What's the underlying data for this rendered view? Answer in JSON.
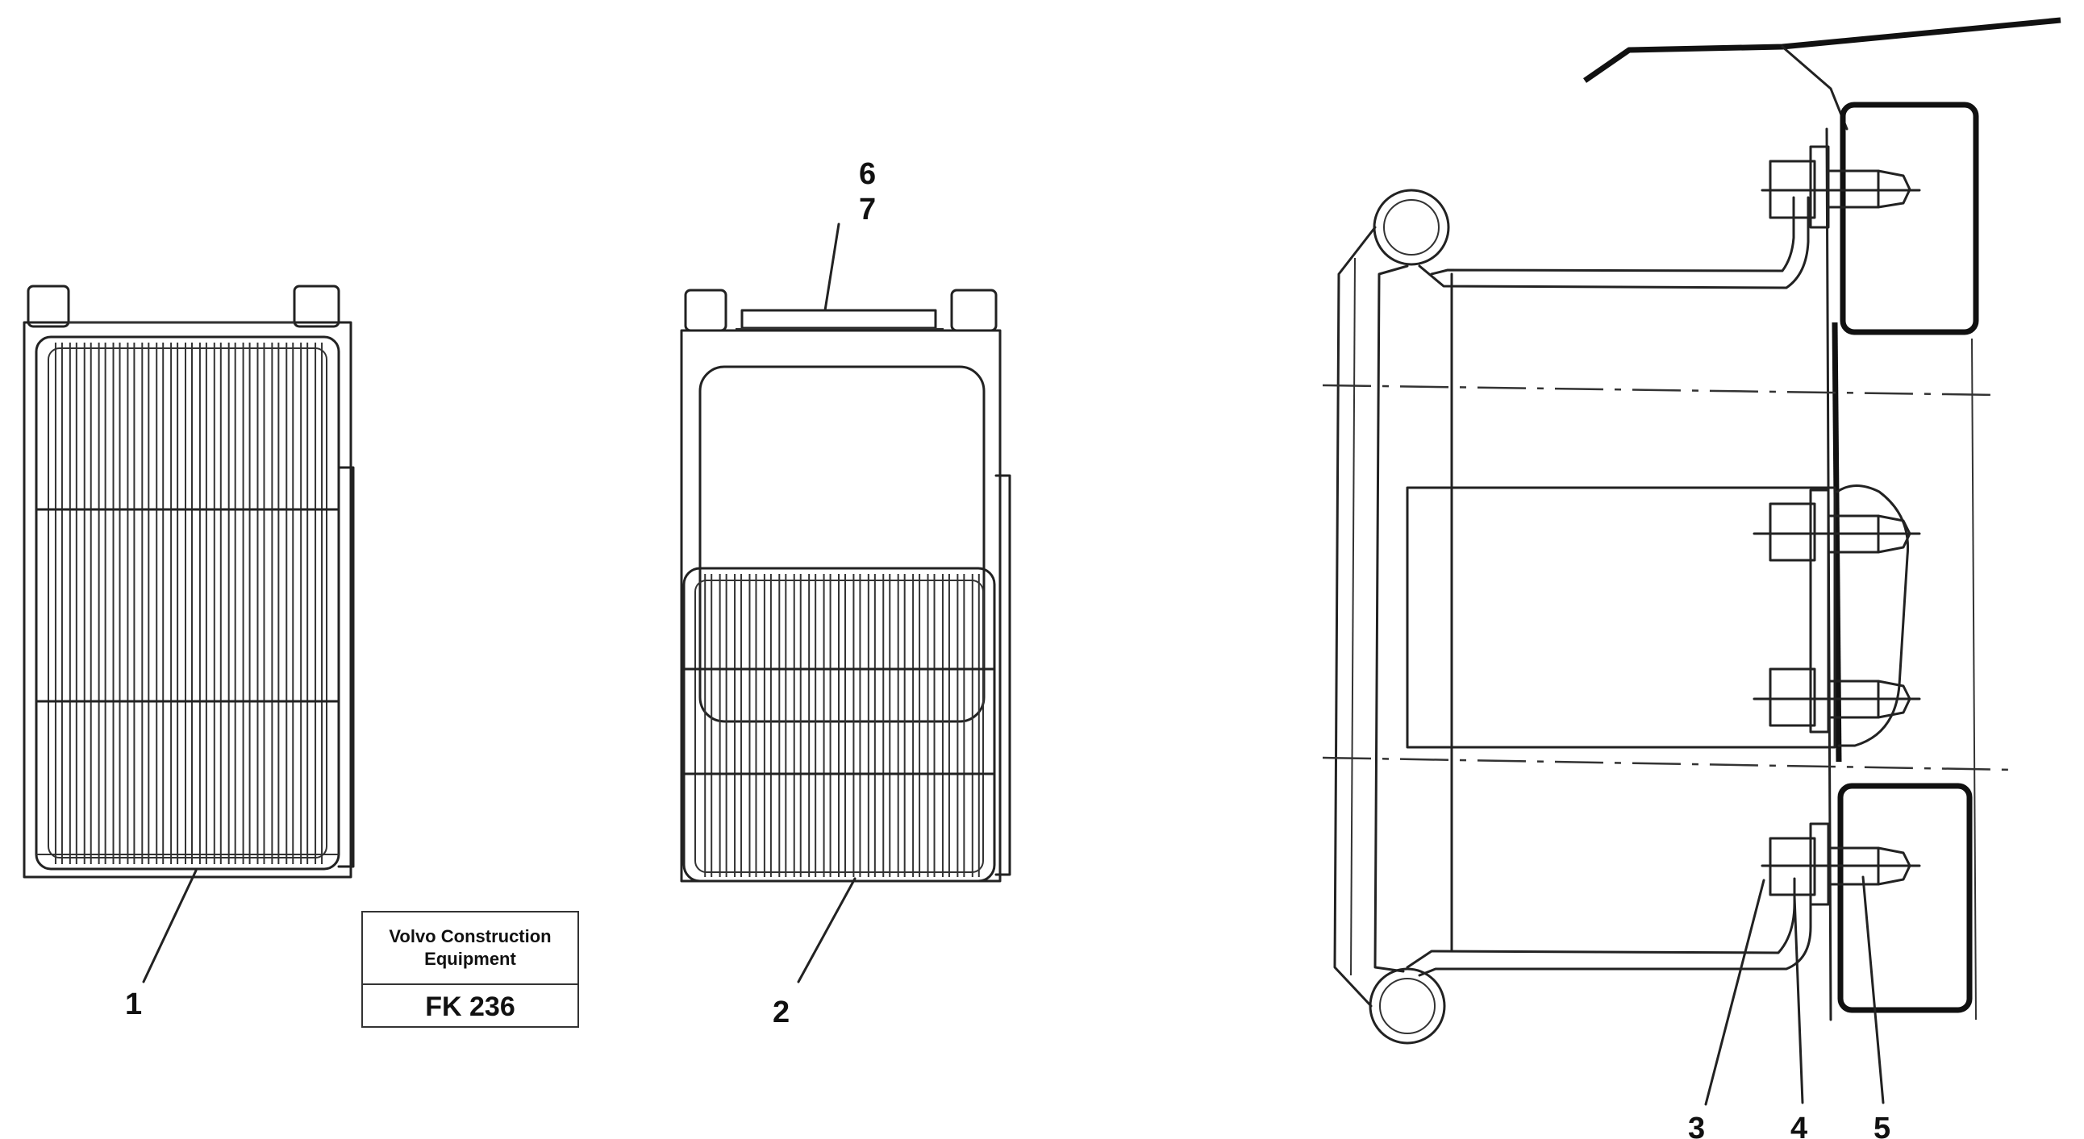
{
  "callouts": {
    "c1": "1",
    "c2": "2",
    "c3": "3",
    "c4": "4",
    "c5": "5",
    "c6": "6",
    "c7": "7"
  },
  "title_block": {
    "company_line1": "Volvo Construction",
    "company_line2": "Equipment",
    "code": "FK 236"
  }
}
